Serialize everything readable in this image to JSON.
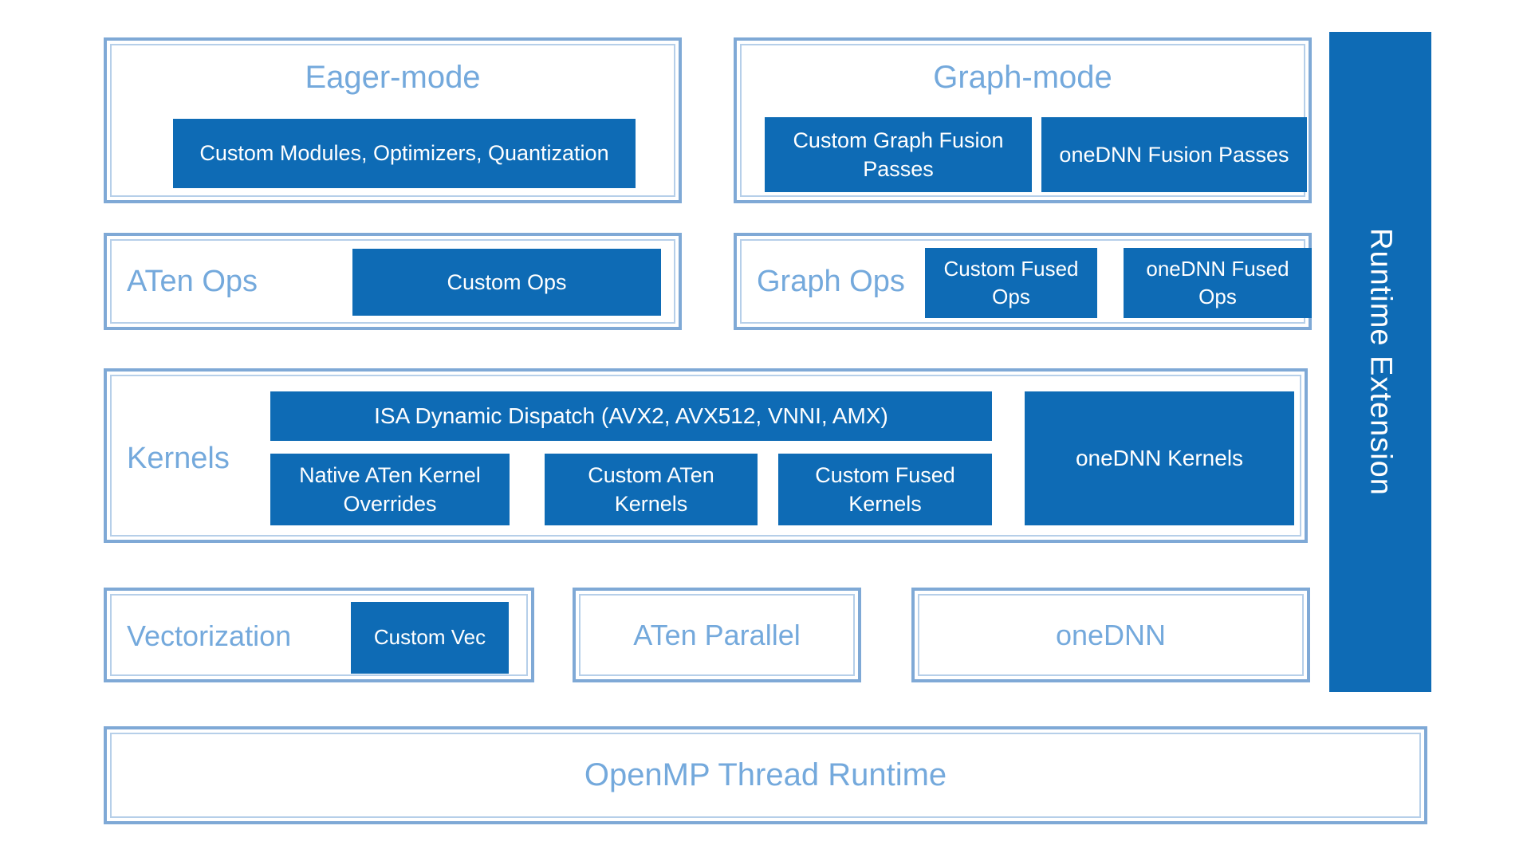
{
  "colors": {
    "dark_blue": "#0e6bb5",
    "panel_border_blue": "#7fa9d6",
    "label_text_blue": "#74a9dc",
    "box_text_white": "#ffffff"
  },
  "diagram": {
    "eager": {
      "title": "Eager-mode",
      "box": "Custom Modules, Optimizers, Quantization"
    },
    "graph": {
      "title": "Graph-mode",
      "boxes": [
        "Custom Graph Fusion Passes",
        "oneDNN Fusion Passes"
      ]
    },
    "aten_ops": {
      "label": "ATen Ops",
      "box": "Custom Ops"
    },
    "graph_ops": {
      "label": "Graph Ops",
      "boxes": [
        "Custom Fused Ops",
        "oneDNN Fused Ops"
      ]
    },
    "kernels": {
      "label": "Kernels",
      "isa": "ISA Dynamic Dispatch (AVX2, AVX512, VNNI, AMX)",
      "boxes": [
        "Native ATen Kernel Overrides",
        "Custom ATen Kernels",
        "Custom Fused Kernels"
      ],
      "onednn": "oneDNN Kernels"
    },
    "vectorization": {
      "label": "Vectorization",
      "box": "Custom Vec"
    },
    "aten_parallel": {
      "label": "ATen Parallel"
    },
    "onednn": {
      "label": "oneDNN"
    },
    "runtime": {
      "label": "Runtime Extension"
    },
    "openmp": {
      "label": "OpenMP Thread Runtime"
    }
  }
}
